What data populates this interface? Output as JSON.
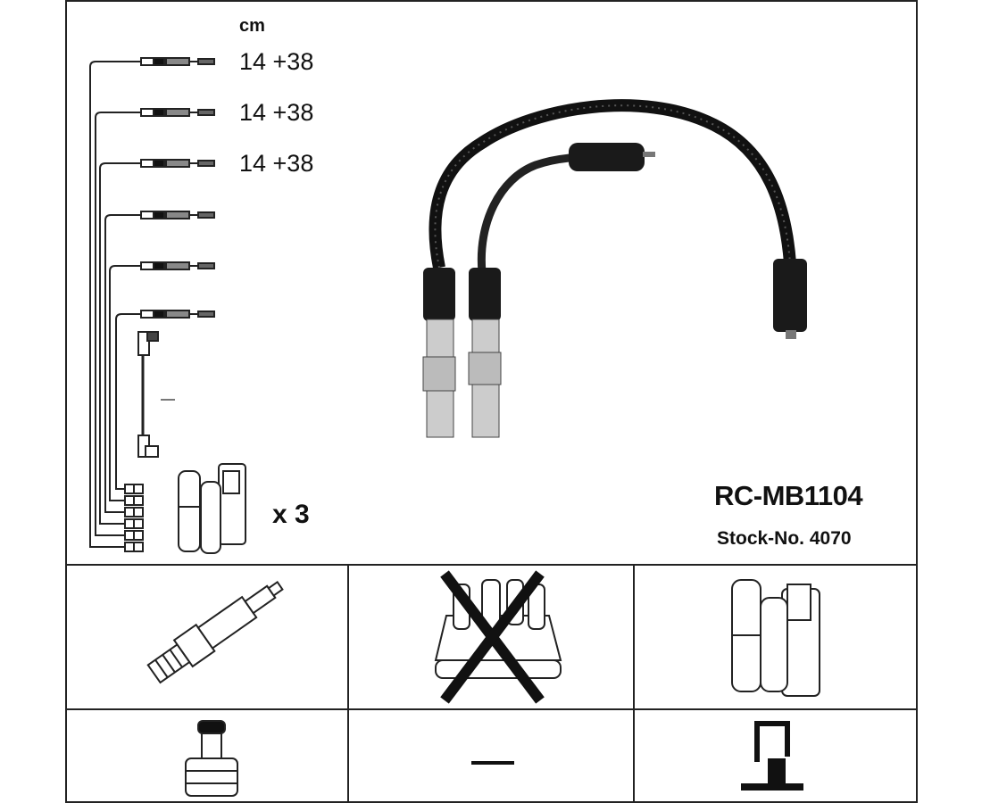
{
  "unit_label": "cm",
  "lead_lengths": [
    "14 +38",
    "14 +38",
    "14 +38"
  ],
  "coil_quantity": "x 3",
  "product_code": "RC-MB1104",
  "stock_number": "Stock-No. 4070",
  "compatibility_grid": {
    "spark_plug": "included",
    "distributor_cap": "not-applicable",
    "ignition_coil": "included",
    "plug_connector": "included",
    "middle_dash": "—",
    "terminal": "included"
  }
}
